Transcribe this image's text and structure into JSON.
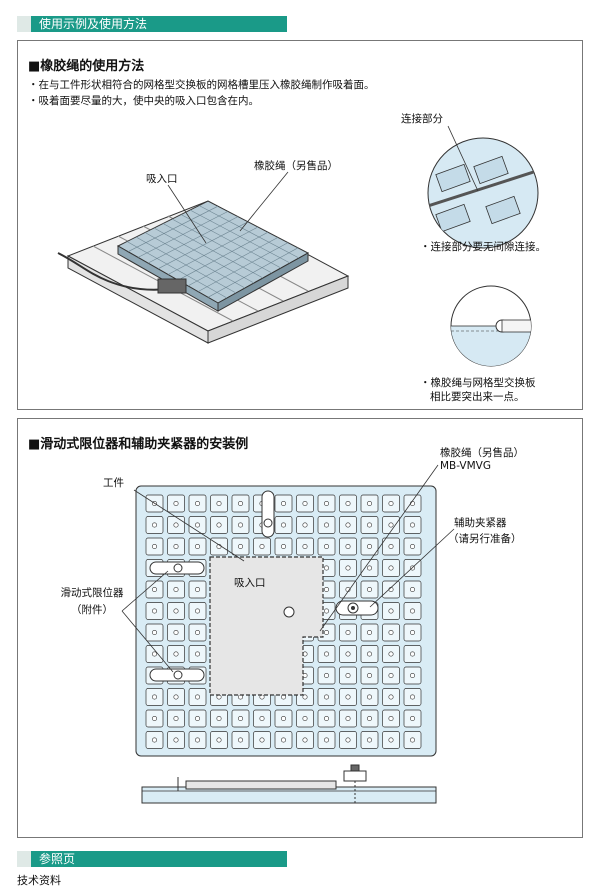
{
  "section1": {
    "title": "使用示例及使用方法"
  },
  "panel1": {
    "heading": "■橡胶绳的使用方法",
    "notes": [
      "・在与工件形状相符合的网格型交换板的网格槽里压入橡胶绳制作吸着面。",
      "・吸着面要尽量的大，使中央的吸入口包含在内。"
    ],
    "label_inlet": "吸入口",
    "label_rope": "橡胶绳（另售品）",
    "label_joint": "连接部分",
    "note_joint": "・连接部分要无间隙连接。",
    "note_protrude_1": "・橡胶绳与网格型交换板",
    "note_protrude_2": "相比要突出来一点。"
  },
  "panel2": {
    "heading": "■滑动式限位器和辅助夹紧器的安装例",
    "label_rope": "橡胶绳（另售品）",
    "label_model": "MB-VMVG",
    "label_work": "工件",
    "label_inlet": "吸入口",
    "label_slider_1": "滑动式限位器",
    "label_slider_2": "（附件）",
    "label_clamp_1": "辅助夹紧器",
    "label_clamp_2": "（请另行准备）"
  },
  "section2": {
    "title": "参照页"
  },
  "footer": {
    "text": "技术资料"
  },
  "colors": {
    "accent": "#1a9a88",
    "plate": "#d9ecf5",
    "line": "#333333"
  }
}
